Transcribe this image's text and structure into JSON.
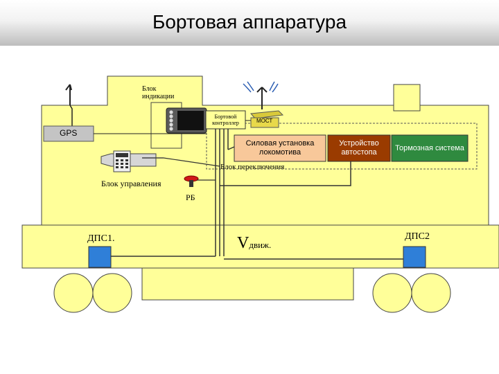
{
  "title": "Бортовая аппаратура",
  "labels": {
    "indication_block": "Блок индикации",
    "onboard_controller": "Бортовой контроллер",
    "modem": "МОСТ",
    "gps": "GPS",
    "power_unit": "Силовая установка локомотива",
    "autostop": "Устройство автостопа",
    "brake_system": "Тормозная система",
    "switch_block": "Блок переключения",
    "control_block": "Блок управления",
    "rb": "РБ",
    "dps1": "ДПС1.",
    "dps2": "ДПС2",
    "v_main": "V",
    "v_sub": "движ."
  },
  "colors": {
    "body_fill": "#ffff99",
    "power_unit_fill": "#f8c89a",
    "autostop_fill": "#9a3b00",
    "brake_fill": "#2f8a3f",
    "sensor_fill": "#2f7fd8",
    "gps_fill": "#c4c4c4",
    "rb_fill": "#d01818"
  }
}
